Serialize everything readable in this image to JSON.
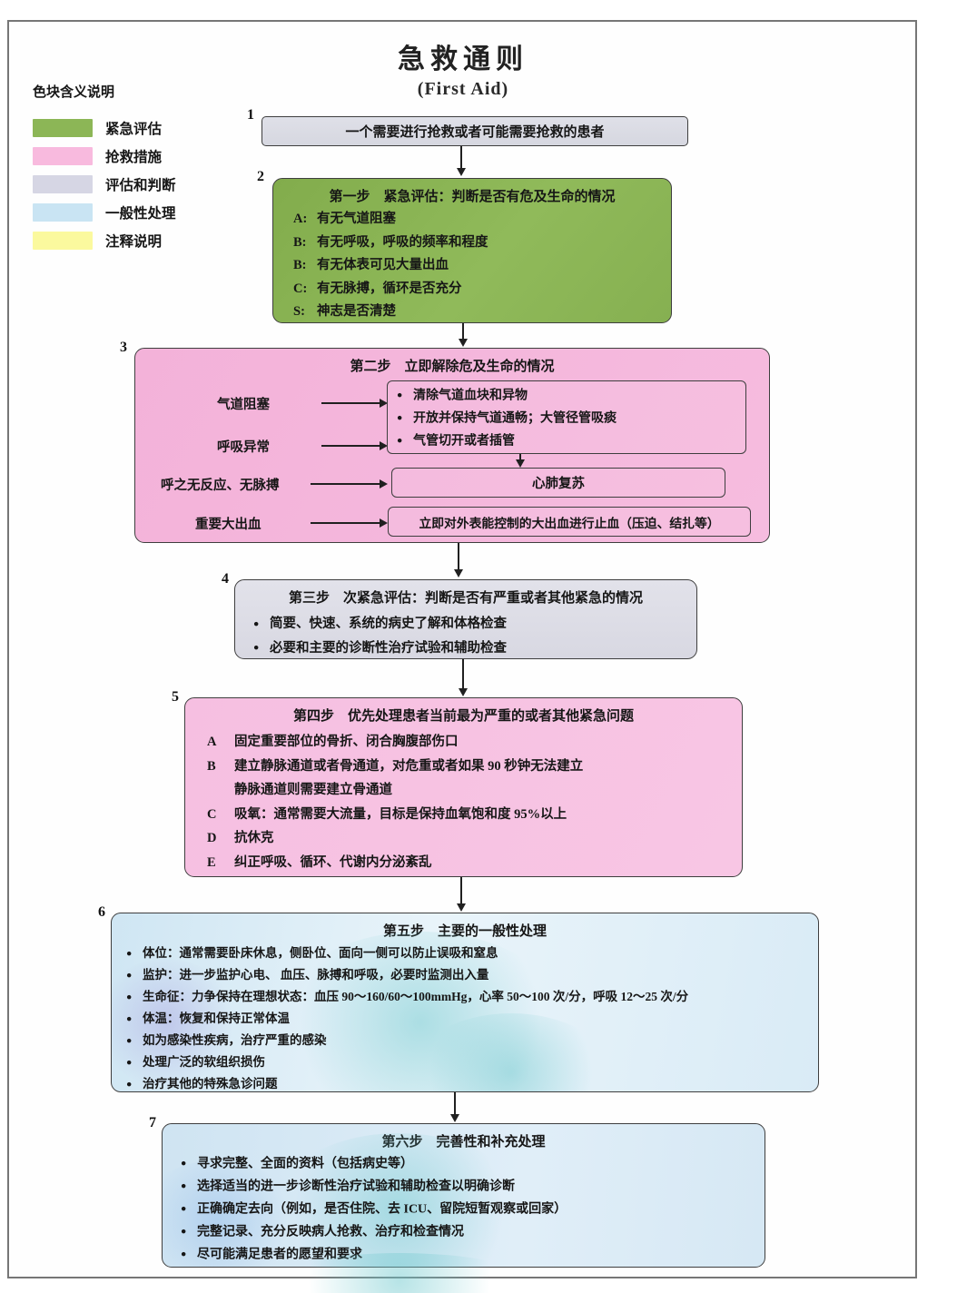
{
  "page": {
    "title": "急救通则",
    "subtitle": "(First Aid)"
  },
  "legend": {
    "title": "色块含义说明",
    "items": [
      {
        "label": "紧急评估",
        "color": "#8cb656"
      },
      {
        "label": "抢救措施",
        "color": "#f8bade"
      },
      {
        "label": "评估和判断",
        "color": "#d6d6e4"
      },
      {
        "label": "一般性处理",
        "color": "#c9e4f3"
      },
      {
        "label": "注释说明",
        "color": "#fbf99e"
      }
    ]
  },
  "colors": {
    "emergency_assess_green": "#8cb656",
    "rescue_measure_pink": "#f5bade",
    "assess_judge_gray": "#dcdce6",
    "general_treatment_blue": "#d3e7f4",
    "annotation_yellow": "#fbf99e"
  },
  "flow": {
    "box1": {
      "number": "1",
      "text": "一个需要进行抢救或者可能需要抢救的患者"
    },
    "box2": {
      "number": "2",
      "title": "第一步　紧急评估：判断是否有危及生命的情况",
      "lines": [
        {
          "key": "A:",
          "text": "有无气道阻塞"
        },
        {
          "key": "B:",
          "text": "有无呼吸，呼吸的频率和程度"
        },
        {
          "key": "B:",
          "text": "有无体表可见大量出血"
        },
        {
          "key": "C:",
          "text": "有无脉搏，循环是否充分"
        },
        {
          "key": "S:",
          "text": "神志是否清楚"
        }
      ]
    },
    "box3": {
      "number": "3",
      "title": "第二步　立即解除危及生命的情况",
      "label_airway": "气道阻塞",
      "label_breathing": "呼吸异常",
      "label_no_response": "呼之无反应、无脉搏",
      "label_bleeding": "重要大出血",
      "airway_actions": [
        "清除气道血块和异物",
        "开放并保持气道通畅；大管径管吸痰",
        "气管切开或者插管"
      ],
      "cpr": "心肺复苏",
      "bleeding_action": "立即对外表能控制的大出血进行止血（压迫、结扎等）"
    },
    "box4": {
      "number": "4",
      "title": "第三步　次紧急评估：判断是否有严重或者其他紧急的情况",
      "bullets": [
        "简要、快速、系统的病史了解和体格检查",
        "必要和主要的诊断性治疗试验和辅助检查"
      ]
    },
    "box5": {
      "number": "5",
      "title": "第四步　优先处理患者当前最为严重的或者其他紧急问题",
      "items": [
        {
          "key": "A",
          "text": "固定重要部位的骨折、闭合胸腹部伤口"
        },
        {
          "key": "B",
          "text": "建立静脉通道或者骨通道，对危重或者如果 90 秒钟无法建立"
        },
        {
          "key": "",
          "text": "静脉通道则需要建立骨通道"
        },
        {
          "key": "C",
          "text": "吸氧：通常需要大流量，目标是保持血氧饱和度 95%以上"
        },
        {
          "key": "D",
          "text": "抗休克"
        },
        {
          "key": "E",
          "text": "纠正呼吸、循环、代谢内分泌紊乱"
        }
      ]
    },
    "box6": {
      "number": "6",
      "title": "第五步　主要的一般性处理",
      "bullets": [
        "体位：通常需要卧床休息，侧卧位、面向一侧可以防止误吸和窒息",
        "监护：进一步监护心电、 血压、脉搏和呼吸，必要时监测出入量",
        "生命征：力争保持在理想状态：血压 90～160/60～100mmHg，心率 50～100 次/分，呼吸 12～25 次/分",
        "体温：恢复和保持正常体温",
        "如为感染性疾病，治疗严重的感染",
        "处理广泛的软组织损伤",
        "治疗其他的特殊急诊问题"
      ]
    },
    "box7": {
      "number": "7",
      "title": "第六步　完善性和补充处理",
      "bullets": [
        "寻求完整、全面的资料（包括病史等）",
        "选择适当的进一步诊断性治疗试验和辅助检查以明确诊断",
        "正确确定去向（例如，是否住院、去 ICU、留院短暂观察或回家）",
        "完整记录、充分反映病人抢救、治疗和检查情况",
        "尽可能满足患者的愿望和要求"
      ]
    }
  }
}
